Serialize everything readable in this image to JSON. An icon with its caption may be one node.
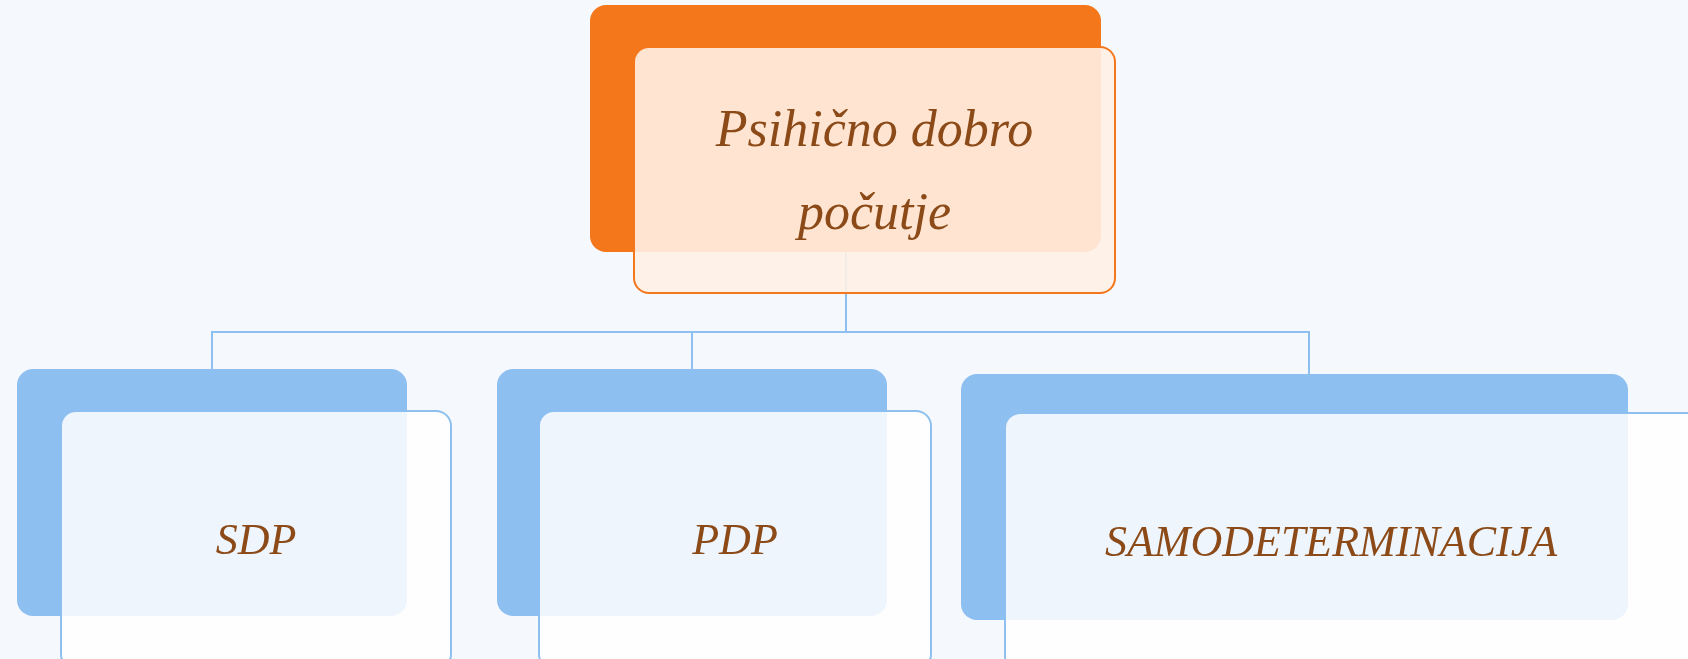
{
  "diagram": {
    "nodes": [
      {
        "text": [
          "Psihično dobro počutje"
        ]
      },
      {
        "text": [
          "SDP"
        ]
      },
      {
        "text": [
          "PDP"
        ]
      },
      {
        "text": [
          "SAMODETERMINACIJA"
        ]
      }
    ],
    "edges": [
      {
        "from": 0,
        "to": 1,
        "arrow": "none"
      },
      {
        "from": 0,
        "to": 2,
        "arrow": "none"
      },
      {
        "from": 0,
        "to": 3,
        "arrow": "none"
      }
    ]
  }
}
